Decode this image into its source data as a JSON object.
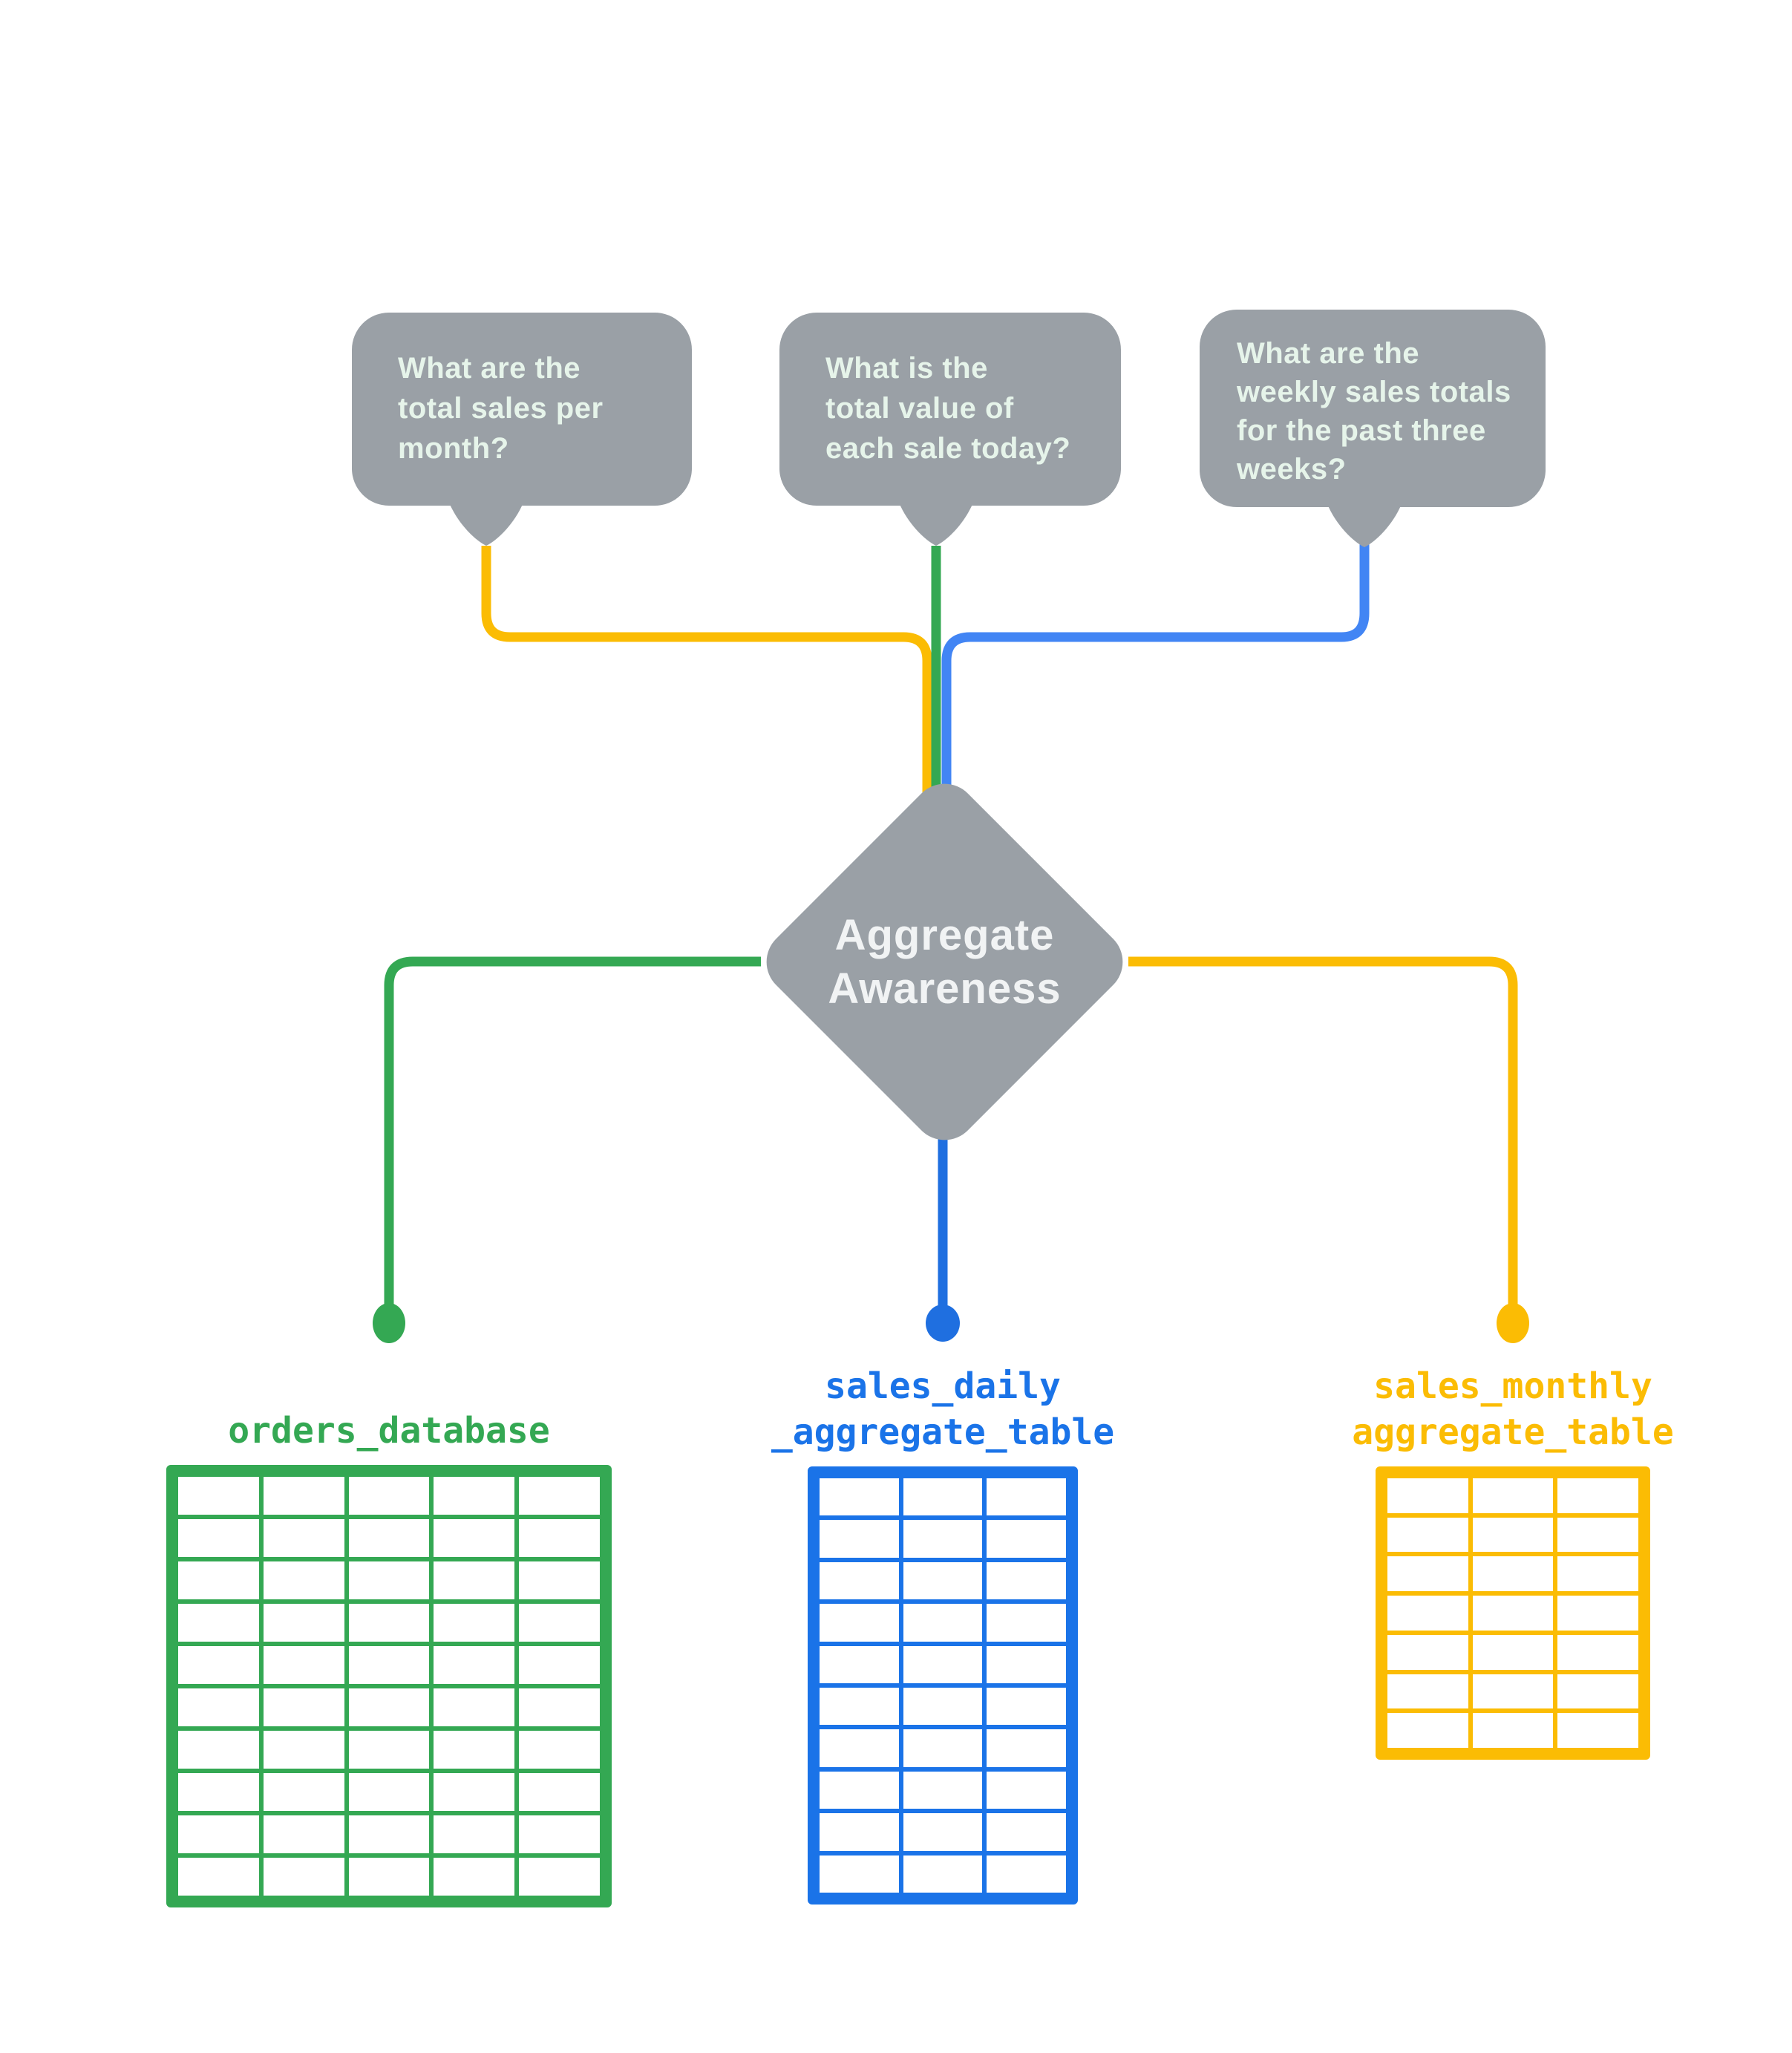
{
  "diagram_title": "Aggregate Awareness",
  "colors": {
    "background": "#FFFFFF",
    "bubble_gray": "#9AA0A6",
    "bubble_text": "#E6F4EA",
    "diamond_gray": "#9AA0A6",
    "diamond_text": "#F1F3F4",
    "google_green": "#34A853",
    "google_yellow": "#FBBC04",
    "connector_blue": "#4285F4",
    "table_blue": "#1A73E8"
  },
  "bubbles": [
    {
      "id": "monthly-sales-question",
      "lines": [
        "What are the",
        "total sales per",
        "month?"
      ],
      "full_text": "What are the total sales per month?",
      "connector_color": "#FBBC04"
    },
    {
      "id": "daily-sales-question",
      "lines": [
        "What is the",
        "total value of",
        "each sale today?"
      ],
      "full_text": "What is the total value of each sale today?",
      "connector_color": "#34A853"
    },
    {
      "id": "weekly-sales-question",
      "lines": [
        "What are the",
        "weekly sales totals",
        "for the past three",
        "weeks?"
      ],
      "full_text": "What are the weekly sales totals for the past three weeks?",
      "connector_color": "#4285F4"
    }
  ],
  "diamond": {
    "lines": [
      "Aggregate",
      "Awareness"
    ],
    "full_text": "Aggregate Awareness"
  },
  "tables": [
    {
      "id": "orders_database",
      "label_lines": [
        "orders_database"
      ],
      "color": "#34A853",
      "columns": 5,
      "rows": 10
    },
    {
      "id": "sales_daily_aggregate_table",
      "label_lines": [
        "sales_daily",
        "_aggregate_table"
      ],
      "color": "#1A73E8",
      "columns": 3,
      "rows": 10
    },
    {
      "id": "sales_monthly_aggregate_table",
      "label_lines": [
        "sales_monthly",
        "aggregate_table"
      ],
      "color": "#FBBC04",
      "columns": 3,
      "rows": 7
    }
  ]
}
